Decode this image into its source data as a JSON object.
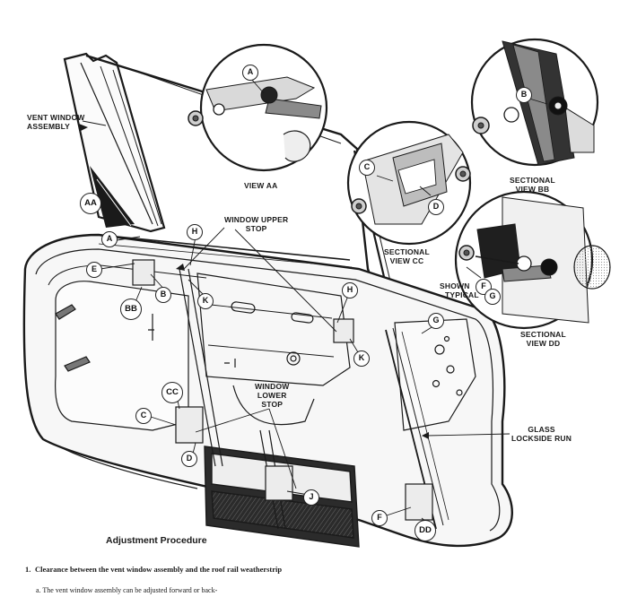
{
  "labels": {
    "vent_window": [
      "VENT WINDOW",
      "ASSEMBLY"
    ],
    "view_aa": "VIEW AA",
    "sectional_bb": [
      "SECTIONAL",
      "VIEW BB"
    ],
    "sectional_cc": [
      "SECTIONAL",
      "VIEW CC"
    ],
    "sectional_dd": [
      "SECTIONAL",
      "VIEW DD"
    ],
    "window_upper_stop": [
      "WINDOW UPPER",
      "STOP"
    ],
    "window_lower_stop": [
      "WINDOW",
      "LOWER",
      "STOP"
    ],
    "shown_typical": [
      "SHOWN",
      "TYPICAL"
    ],
    "glass_lockside_run": [
      "GLASS",
      "LOCKSIDE RUN"
    ]
  },
  "callouts": {
    "aa": "AA",
    "bb": "BB",
    "cc": "CC",
    "dd": "DD",
    "a": "A",
    "b": "B",
    "c": "C",
    "d": "D",
    "e": "E",
    "f": "F",
    "g": "G",
    "h": "H",
    "j": "J",
    "k": "K"
  },
  "text": {
    "heading": "Adjustment Procedure",
    "step1_num": "1.",
    "step1": "Clearance between the vent window assembly and the roof rail weatherstrip",
    "step1a": "a.  The vent window assembly can be adjusted forward or back-"
  }
}
